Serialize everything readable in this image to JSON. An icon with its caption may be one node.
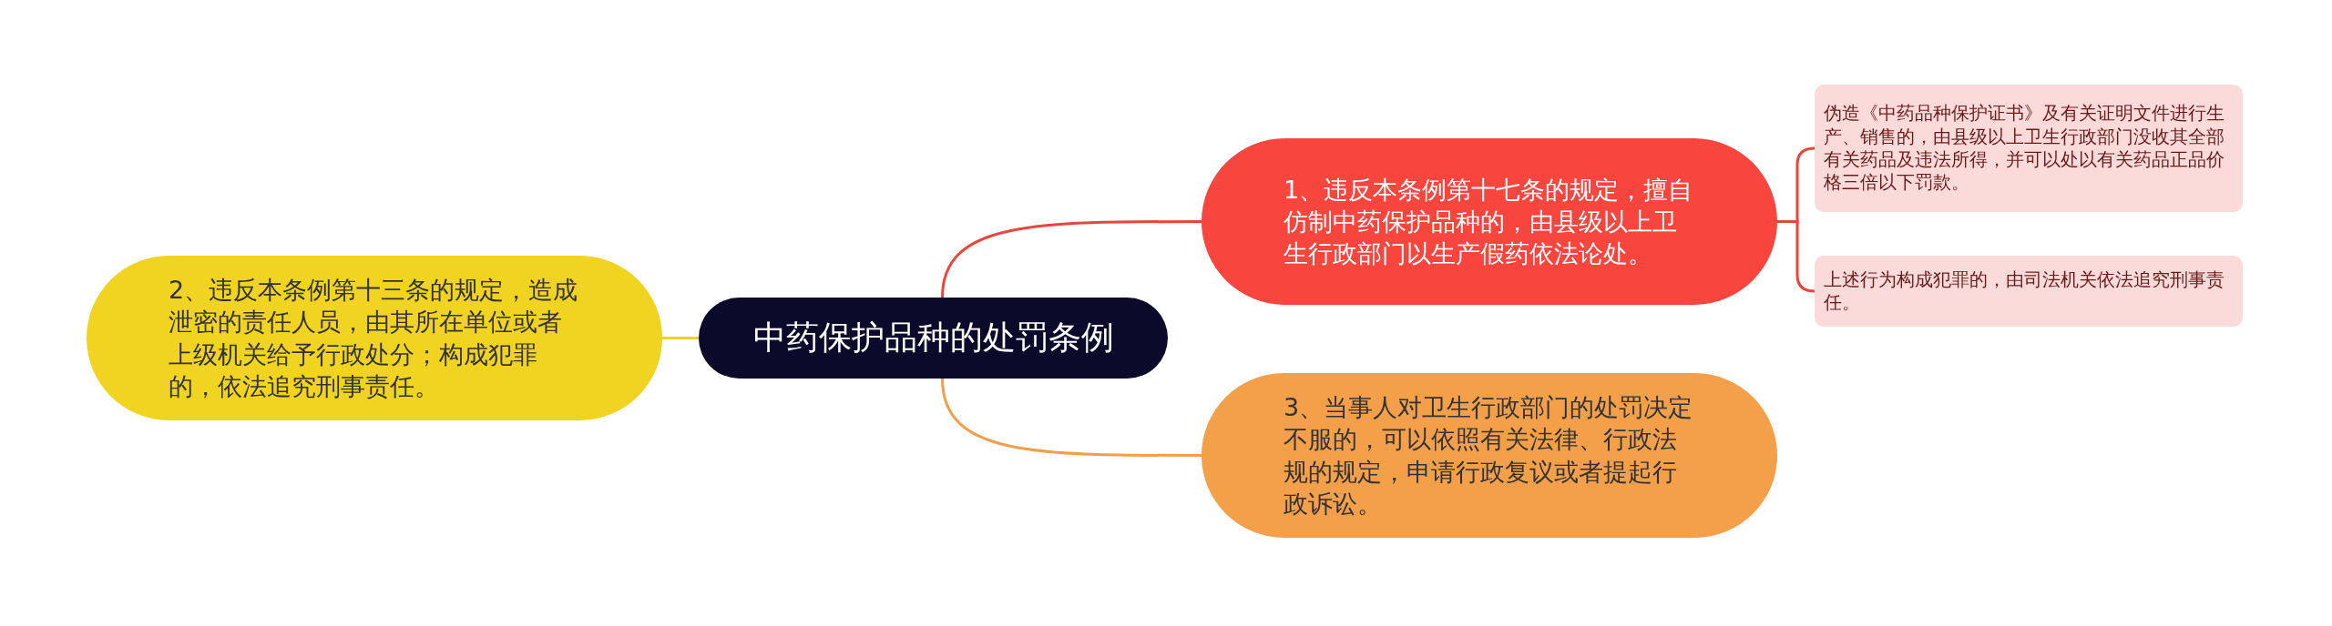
{
  "diagram": {
    "nodes": [
      {
        "text": [
          "中药保护品种的处罚条例"
        ]
      },
      {
        "text": [
          "1、违反本条例第十七条的规定，擅自仿制中药保护品种的，由县级以上卫生行政部门以生产假药依法论处。"
        ]
      },
      {
        "text": [
          "伪造《中药品种保护证书》及有关证明文件进行生产、销售的，由县级以上卫生行政部门没收其全部有关药品及违法所得，并可以处以有关药品正品价格三倍以下罚款。"
        ]
      },
      {
        "text": [
          "上述行为构成犯罪的，由司法机关依法追究刑事责任。"
        ]
      },
      {
        "text": [
          "2、违反本条例第十三条的规定，造成泄密的责任人员，由其所在单位或者上级机关给予行政处分；构成犯罪的，依法追究刑事责任。"
        ]
      },
      {
        "text": [
          "3、当事人对卫生行政部门的处罚决定不服的，可以依照有关法律、行政法规的规定，申请行政复议或者提起行政诉讼。"
        ]
      }
    ],
    "edges": [
      {
        "from": 0,
        "to": 1,
        "arrow": "none",
        "color": "#e8453c"
      },
      {
        "from": 1,
        "to": 2,
        "arrow": "none",
        "color": "#e8453c"
      },
      {
        "from": 1,
        "to": 3,
        "arrow": "none",
        "color": "#e8453c"
      },
      {
        "from": 0,
        "to": 4,
        "arrow": "none",
        "color": "#f0d020"
      },
      {
        "from": 0,
        "to": 5,
        "arrow": "none",
        "color": "#f0a04b"
      }
    ]
  }
}
